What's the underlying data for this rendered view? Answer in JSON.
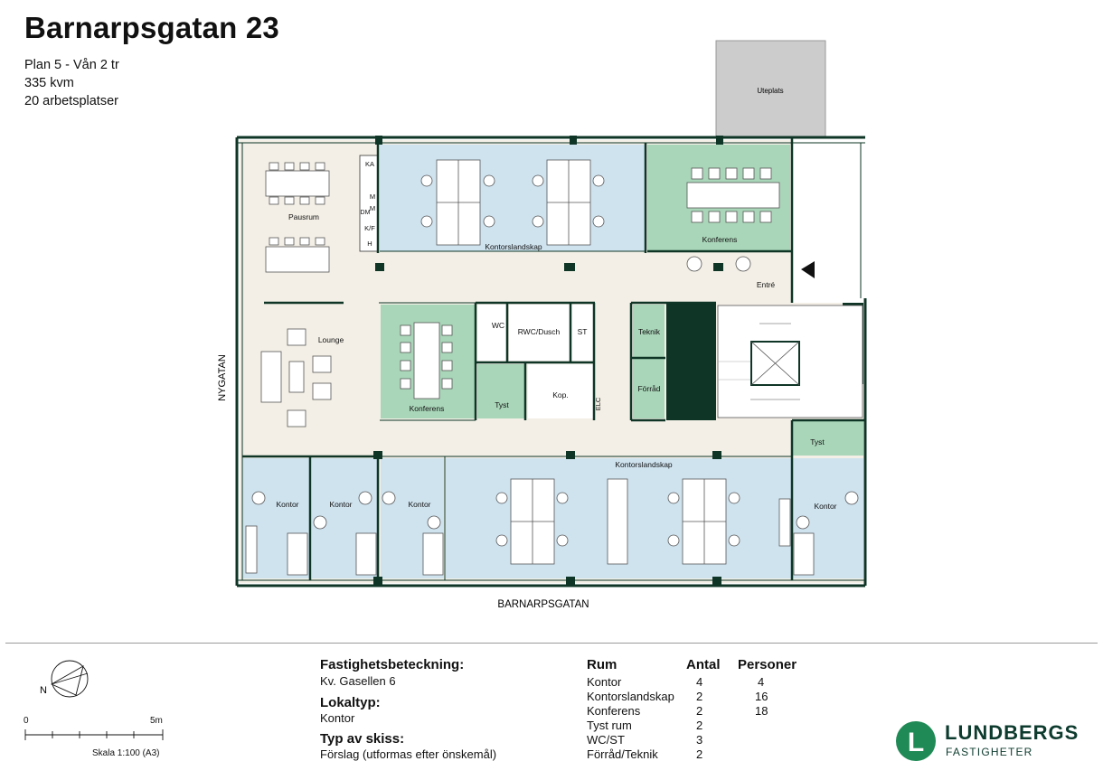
{
  "header": {
    "title": "Barnarpsgatan 23",
    "plan": "Plan 5 - Vån 2 tr",
    "area": "335 kvm",
    "workplaces": "20 arbetsplatser"
  },
  "plan": {
    "rooms": {
      "uteplats": "Uteplats",
      "pausrum": "Pausrum",
      "ka": "KA",
      "m1": "M",
      "m2": "M",
      "dm": "DM",
      "kf": "K/F",
      "h": "H",
      "kontorslandskap_top": "Kontorslandskap",
      "konferens_top": "Konferens",
      "entre": "Entré",
      "lounge": "Lounge",
      "konferens_mid": "Konferens",
      "wc": "WC",
      "rwc": "RWC/Dusch",
      "st": "ST",
      "tyst_mid": "Tyst",
      "kop": "Kop.",
      "elc": "ELC",
      "teknik": "Teknik",
      "forrad": "Förråd",
      "tyst_right": "Tyst",
      "kontorslandskap_bottom": "Kontorslandskap",
      "kontor1": "Kontor",
      "kontor2": "Kontor",
      "kontor3": "Kontor",
      "kontor4": "Kontor"
    },
    "streets": {
      "west": "NYGATAN",
      "south": "BARNARPSGATAN"
    },
    "colors": {
      "office": "#cfe3ef",
      "conference": "#a9d6b9",
      "floor": "#f3efe6",
      "wall": "#0e3526",
      "terrace": "#cccccc",
      "white_room": "#ffffff"
    }
  },
  "compass": {
    "north": "N"
  },
  "scale": {
    "start": "0",
    "end": "5m",
    "label": "Skala 1:100 (A3)"
  },
  "property": {
    "label1": "Fastighetsbeteckning:",
    "value1": "Kv. Gasellen 6",
    "label2": "Lokaltyp:",
    "value2": "Kontor",
    "label3": "Typ av skiss:",
    "value3": "Förslag (utformas efter önskemål)"
  },
  "table": {
    "headers": [
      "Rum",
      "Antal",
      "Personer"
    ],
    "rows": [
      [
        "Kontor",
        "4",
        "4"
      ],
      [
        "Kontorslandskap",
        "2",
        "16"
      ],
      [
        "Konferens",
        "2",
        "18"
      ],
      [
        "Tyst rum",
        "2",
        ""
      ],
      [
        "WC/ST",
        "3",
        ""
      ],
      [
        "Förråd/Teknik",
        "2",
        ""
      ]
    ]
  },
  "brand": {
    "name": "LUNDBERGS",
    "sub": "FASTIGHETER",
    "logo_letter": "L"
  }
}
